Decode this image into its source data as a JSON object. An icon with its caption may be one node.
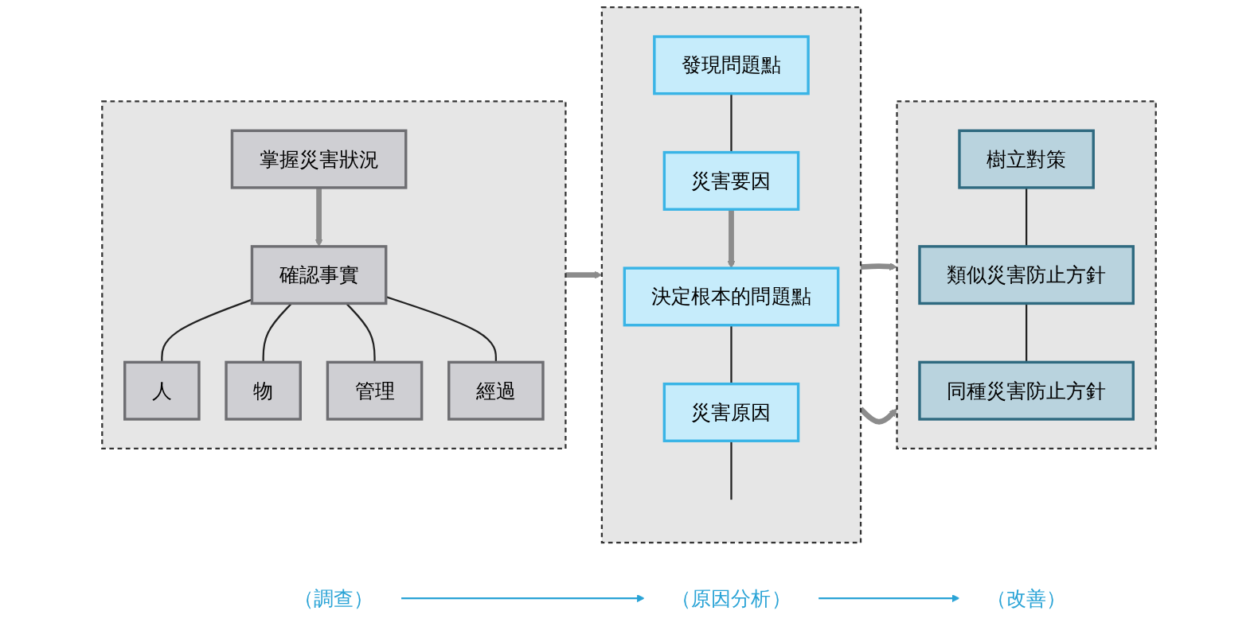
{
  "diagram": {
    "nodes": [
      {
        "text": [],
        "shape": "box"
      },
      {
        "text": [
          "掌握災害狀況"
        ],
        "in": 0
      },
      {
        "text": [
          "確認事實"
        ],
        "in": 0
      },
      {
        "text": [
          "人"
        ],
        "in": 0
      },
      {
        "text": [
          "物"
        ],
        "in": 0
      },
      {
        "text": [
          "管理"
        ],
        "in": 0
      },
      {
        "text": [
          "經過"
        ],
        "in": 0
      },
      {
        "text": [],
        "shape": "box"
      },
      {
        "text": [
          "發現問題點"
        ],
        "in": 7
      },
      {
        "text": [
          "災害要因"
        ],
        "in": 7
      },
      {
        "text": [
          "決定根本的問題點"
        ],
        "in": 7
      },
      {
        "text": [
          "災害原因"
        ],
        "in": 7
      },
      {
        "text": [],
        "shape": "box"
      },
      {
        "text": [
          "樹立對策"
        ],
        "in": 12
      },
      {
        "text": [
          "類似災害防止方針"
        ],
        "in": 12
      },
      {
        "text": [
          "同種災害防止方針"
        ],
        "in": 12
      },
      {
        "text": [
          "（調查）"
        ]
      },
      {
        "text": [
          "（原因分析）"
        ]
      },
      {
        "text": [
          "（改善）"
        ]
      }
    ],
    "edges": [
      {
        "from": 1,
        "to": 2,
        "arrow": "to",
        "style": "thick",
        "color": "#8c8c8c"
      },
      {
        "from": 2,
        "to": 3,
        "arrow": "none"
      },
      {
        "from": 2,
        "to": 4,
        "arrow": "none"
      },
      {
        "from": 2,
        "to": 5,
        "arrow": "none"
      },
      {
        "from": 2,
        "to": 6,
        "arrow": "none"
      },
      {
        "from": 0,
        "to": 7,
        "arrow": "to",
        "style": "thick",
        "color": "#8c8c8c"
      },
      {
        "from": 8,
        "to": 9,
        "arrow": "none"
      },
      {
        "from": 9,
        "to": 10,
        "arrow": "to",
        "style": "thick",
        "color": "#8c8c8c"
      },
      {
        "from": 10,
        "to": 11,
        "arrow": "none"
      },
      {
        "from": 11,
        "to": null,
        "arrow": "none"
      },
      {
        "from": 7,
        "to": 12,
        "arrow": "to",
        "style": "thick",
        "color": "#8c8c8c"
      },
      {
        "from": 7,
        "to": 12,
        "arrow": "to",
        "style": "thick",
        "color": "#8c8c8c"
      },
      {
        "from": 13,
        "to": 14,
        "arrow": "none"
      },
      {
        "from": 14,
        "to": 15,
        "arrow": "none"
      },
      {
        "from": 16,
        "to": 17,
        "arrow": "to",
        "color": "#29a3d6"
      },
      {
        "from": 17,
        "to": 18,
        "arrow": "to",
        "color": "#29a3d6"
      }
    ]
  }
}
